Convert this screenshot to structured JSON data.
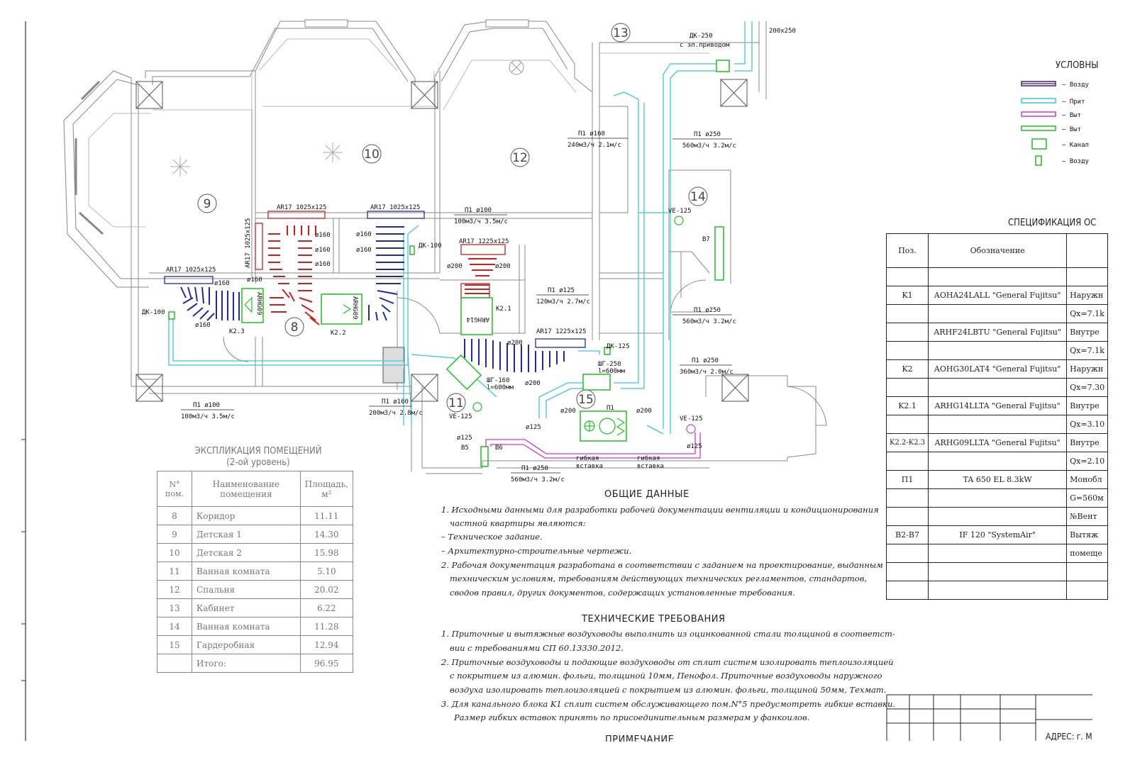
{
  "rooms": [
    "8",
    "9",
    "10",
    "11",
    "12",
    "13",
    "14",
    "15"
  ],
  "equipment_labels": {
    "ar17_a": "AR17  1025x125",
    "ar17_b": "AR17  1025x125",
    "ar17_c": "AR17  1025x125",
    "ar17_v": "AR17  1025x125",
    "ar17_d": "AR17  1225x125",
    "ar17_e": "AR17  1225x125",
    "arhg09_a": "ARHG09",
    "arhg09_b": "ARHG09",
    "arhg14": "ARHG14",
    "k21": "K2.1",
    "k22": "K2.2",
    "k23": "K2.3",
    "pi": "П1",
    "dk100_a": "ДК-100",
    "dk100_b": "ДК-100",
    "dk125": "ДК-125",
    "dk250": "ДК-250",
    "dk250_sub": "с эл.приводом",
    "duct_200x250": "200x250",
    "shg250": "ШГ-250",
    "shg250_sub": "l=600мм",
    "shg160": "ШГ-160",
    "shg160_sub": "l=600мм",
    "ve125_a": "VE-125",
    "ve125_b": "VE-125",
    "ve125_c": "VE-125",
    "b5": "B5",
    "b6": "B6",
    "b7": "B7",
    "gv1": "гибкая",
    "gv1b": "вставка",
    "gv2": "гибкая",
    "gv2b": "вставка"
  },
  "flow_labels": {
    "f1a": "П1 ø160",
    "f1b": "240м3/ч 2.1м/с",
    "f2a": "П1 ø250",
    "f2b": "560м3/ч 3.2м/с",
    "f3a": "П1 ø100",
    "f3b": "100м3/ч 3.5м/с",
    "f4a": "П1 ø125",
    "f4b": "120м3/ч 2.7м/с",
    "f5a": "П1 ø250",
    "f5b": "560м3/ч 3.2м/с",
    "f6a": "П1 ø250",
    "f6b": "360м3/ч 2.0м/с",
    "f7a": "П1 ø100",
    "f7b": "100м3/ч 3.5м/с",
    "f8a": "П1 ø160",
    "f8b": "200м3/ч 2.8м/с",
    "f9a": "П1 ø250",
    "f9b": "560м3/ч 3.2м/с"
  },
  "dia_labels": {
    "d1": "ø160",
    "d2": "ø160",
    "d3": "ø160",
    "d4": "ø160",
    "d5": "ø160",
    "d6": "ø160",
    "d7": "ø160",
    "d8": "ø160",
    "d9": "ø200",
    "d10": "ø200",
    "d11": "ø200",
    "d12": "ø200",
    "d13": "ø200",
    "d14": "ø200",
    "d15": "ø125",
    "d16": "ø125",
    "d17": "ø125"
  },
  "legend": {
    "title": "УСЛОВНЫ",
    "items": [
      "– Возду",
      "– Прит",
      "– Выт",
      "– Выт",
      "– Канал",
      "– Возду"
    ]
  },
  "explication": {
    "title": "ЭКСПЛИКАЦИЯ ПОМЕЩЕНИЙ",
    "subtitle": "(2-ой уровень)",
    "headers": [
      "N° пом.",
      "Наименование помещения",
      "Площадь, м²"
    ],
    "rows": [
      [
        "8",
        "Коридор",
        "11.11"
      ],
      [
        "9",
        "Детская 1",
        "14.30"
      ],
      [
        "10",
        "Детская 2",
        "15.98"
      ],
      [
        "11",
        "Ванная комната",
        "5.10"
      ],
      [
        "12",
        "Спальня",
        "20.02"
      ],
      [
        "13",
        "Кабинет",
        "6.22"
      ],
      [
        "14",
        "Ванная комната",
        "11.28"
      ],
      [
        "15",
        "Гардеробная",
        "12.94"
      ],
      [
        "",
        "Итого:",
        "96.95"
      ]
    ]
  },
  "specification": {
    "title": "СПЕЦИФИКАЦИЯ ОС",
    "headers": [
      "Поз.",
      "Обозначение",
      ""
    ],
    "rows": [
      [
        "",
        "",
        ""
      ],
      [
        "K1",
        "AOHA24LALL \"General Fujitsu\"",
        "Наружн"
      ],
      [
        "",
        "",
        "Qx=7.1k"
      ],
      [
        "",
        "ARHF24LBTU \"General Fujitsu\"",
        "Внутре"
      ],
      [
        "",
        "",
        "Qx=7.1k"
      ],
      [
        "K2",
        "AOHG30LAT4 \"General Fujitsu\"",
        "Наружн"
      ],
      [
        "",
        "",
        "Qx=7.30"
      ],
      [
        "K2.1",
        "ARHG14LLTA \"General Fujitsu\"",
        "Внутре"
      ],
      [
        "",
        "",
        "Qx=3.10"
      ],
      [
        "K2.2-K2.3",
        "ARHG09LLTA \"General Fujitsu\"",
        "Внутре"
      ],
      [
        "",
        "",
        "Qx=2.10"
      ],
      [
        "П1",
        "TA 650 EL 8.3kW",
        "Монобл"
      ],
      [
        "",
        "",
        "G=560м"
      ],
      [
        "",
        "",
        "№Вент"
      ],
      [
        "B2-B7",
        "IF 120 \"SystemAir\"",
        "Вытяж"
      ],
      [
        "",
        "",
        "помеще"
      ],
      [
        "",
        "",
        ""
      ],
      [
        "",
        "",
        ""
      ]
    ]
  },
  "general": {
    "title": "ОБЩИЕ ДАННЫЕ",
    "lines": [
      "1. Исходными данными для разработки рабочей документации вентиляции и кондиционирования",
      "частной квартиры являются:",
      "– Техническое задание.",
      "– Архитектурно-строительные чертежи.",
      "2. Рабочая документация разработана в соответствии с заданием на проектирование, выданным",
      "техническим условиям, требованиям действующих технических регламентов, стандартов,",
      "сводов правил, других документов, содержащих установленные требования."
    ]
  },
  "technical": {
    "title": "ТЕХНИЧЕСКИЕ ТРЕБОВАНИЯ",
    "lines": [
      "1. Приточные и вытяжные воздуховоды выполнить из оцинкованной стали толщиной в соответст-",
      "вии с требованиями СП 60.13330.2012.",
      "2. Приточные воздуховоды и подающие воздуховоды от сплит систем изолировать теплоизоляцией",
      "с покрытием из алюмин. фольги, толщиной 10мм, Пенофол. Приточные воздуховоды наружного",
      "воздуха изолировать теплоизоляцией с покрытием из алюмин. фольги, толщиной 50мм, Техмат.",
      "3. Для канального блока K1 сплит систем обслуживающего пом.N°5 предусмотреть гибкие вставки.",
      "Размер гибких вставок принять по присоединительным размерам у фанкоилов."
    ]
  },
  "footer": {
    "note_title": "ПРИМЕЧАНИЕ",
    "address": "АДРЕС: г. М"
  },
  "colors": {
    "walls": "#888888",
    "supply": "#3cc8dc",
    "exhaust": "#c83cc8",
    "split_blue": "#1e2ca0",
    "split_red": "#cc2020",
    "equipment": "#20c020"
  }
}
